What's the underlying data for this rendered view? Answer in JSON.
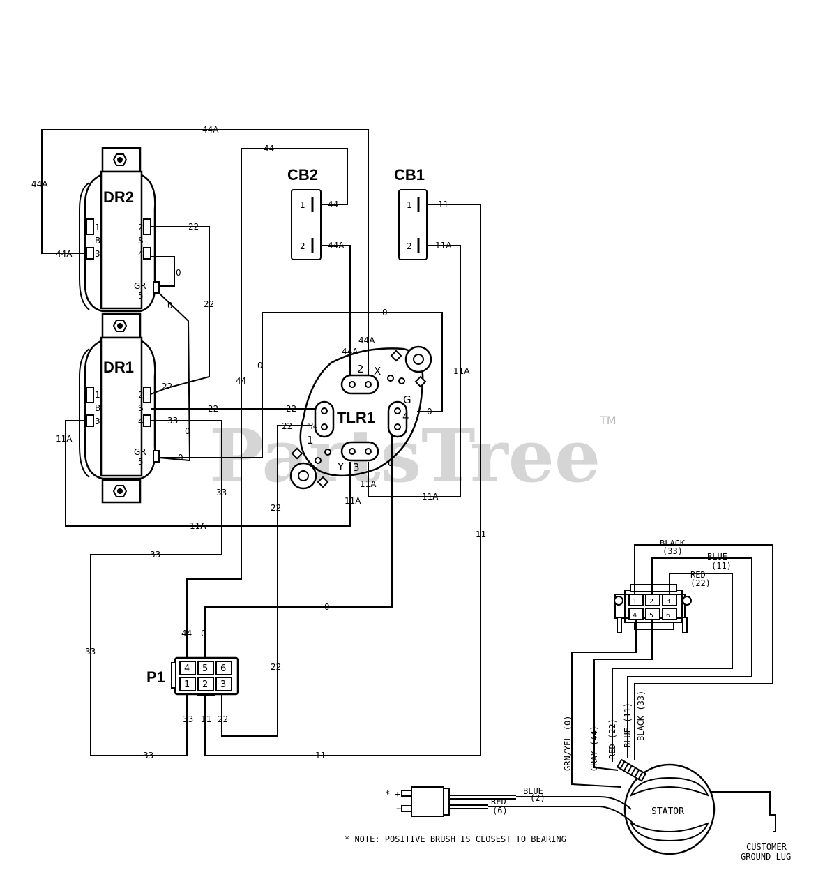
{
  "components": {
    "dr2": "DR2",
    "dr1": "DR1",
    "cb2": "CB2",
    "cb1": "CB1",
    "tlr1": "TLR1",
    "p1": "P1",
    "stator": "STATOR"
  },
  "dr_pins": {
    "p1": "1",
    "p2": "2",
    "p3": "3",
    "p4": "4",
    "p5": "5",
    "s": "S",
    "b": "B",
    "gr": "GR"
  },
  "cb_pins": {
    "p1": "1",
    "p2": "2"
  },
  "tlr_terms": {
    "t1": "1",
    "t2": "2",
    "t3": "3",
    "t4": "4",
    "x": "X",
    "y": "Y",
    "g": "G",
    "small": "3/4"
  },
  "p1_pins": [
    "4",
    "5",
    "6",
    "1",
    "2",
    "3"
  ],
  "wires": {
    "w44a": "44A",
    "w44": "44",
    "w22": "22",
    "w0": "0",
    "w33": "33",
    "w11a": "11A",
    "w11": "11"
  },
  "stator_connector": {
    "black": "BLACK",
    "black_no": "(33)",
    "blue": "BLUE",
    "blue_no": "(11)",
    "red": "RED",
    "red_no": "(22)",
    "pins": [
      "1",
      "2",
      "3",
      "4",
      "5",
      "6"
    ]
  },
  "stator_leads": [
    "GRN/YEL (0)",
    "GRAY (44)",
    "RED (22)",
    "BLUE (11)",
    "BLACK (33)"
  ],
  "brush": {
    "blue": "BLUE",
    "blue_no": "(2)",
    "red": "RED",
    "red_no": "(6)",
    "plus": "* +",
    "minus": "−"
  },
  "ground_lug": {
    "line1": "CUSTOMER",
    "line2": "GROUND LUG"
  },
  "note": "* NOTE: POSITIVE BRUSH IS CLOSEST TO BEARING",
  "watermark": "PartsTree",
  "tm": "TM"
}
